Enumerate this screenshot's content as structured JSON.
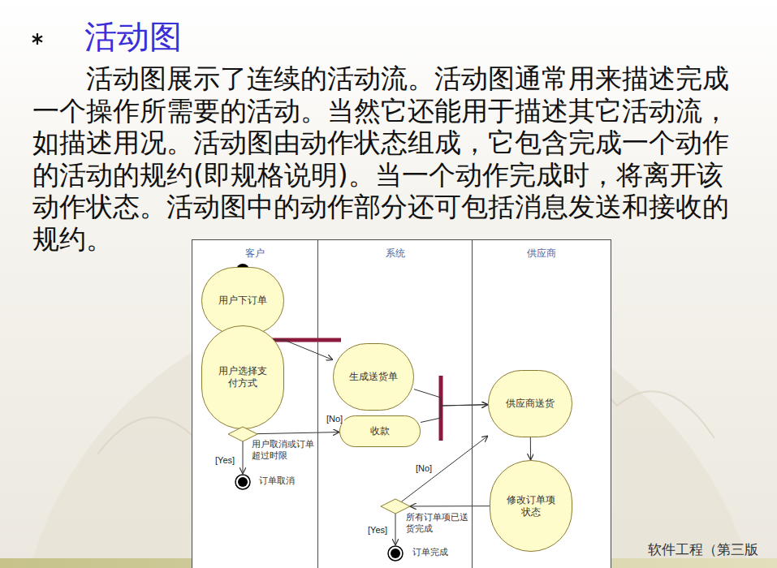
{
  "diagram": {
    "title": "活动图",
    "nodes": [
      {
        "text": [
          "客户"
        ]
      },
      {
        "text": [
          "系统"
        ]
      },
      {
        "text": [
          "供应商"
        ]
      },
      {
        "text": [
          "用户下订单"
        ],
        "in": 0
      },
      {
        "text": [
          "用户选择支付方式"
        ],
        "in": 0
      },
      {
        "text": [
          "生成送货单"
        ],
        "in": 1
      },
      {
        "text": [
          "供应商送货"
        ],
        "in": 2
      },
      {
        "text": [
          "用户取消或订单超过时限"
        ],
        "in": 0
      },
      {
        "text": [
          "收款"
        ],
        "in": 1
      },
      {
        "text": [
          "订单取消"
        ],
        "in": 0
      },
      {
        "text": [
          "所有订单项已送货完成"
        ],
        "in": 1
      },
      {
        "text": [
          "修改订单项状态"
        ],
        "in": 2
      },
      {
        "text": [
          "订单完成"
        ],
        "in": 1
      }
    ],
    "edges": [
      {
        "from": 3,
        "to": 4,
        "arrow": "to"
      },
      {
        "from": 3,
        "to": 5,
        "arrow": "to"
      },
      {
        "from": 4,
        "to": 7,
        "arrow": "to"
      },
      {
        "from": 7,
        "to": 8,
        "label": "[No]",
        "arrow": "to"
      },
      {
        "from": 7,
        "to": 9,
        "label": "[Yes]",
        "arrow": "to"
      },
      {
        "from": 5,
        "to": 6,
        "arrow": "to"
      },
      {
        "from": 8,
        "to": 6,
        "arrow": "to"
      },
      {
        "from": 6,
        "to": 11,
        "arrow": "to"
      },
      {
        "from": 11,
        "to": 10,
        "arrow": "to"
      },
      {
        "from": 10,
        "to": 6,
        "label": "[No]",
        "arrow": "to"
      },
      {
        "from": 10,
        "to": 12,
        "label": "[Yes]",
        "arrow": "to"
      }
    ],
    "labels": [
      "活动图展示了连续的活动流。活动图通常用来描述完成一个操作所需要的活动。当然它还能用于描述其它活动流，如描述用况。活动图由动作状态组成，它包含完成一个动作的活动的规约(即规格说明)。当一个动作完成时，将离开该动作状态。活动图中的动作部分还可包括消息发送和接收的规约。",
      "软件工程（第三版"
    ]
  }
}
